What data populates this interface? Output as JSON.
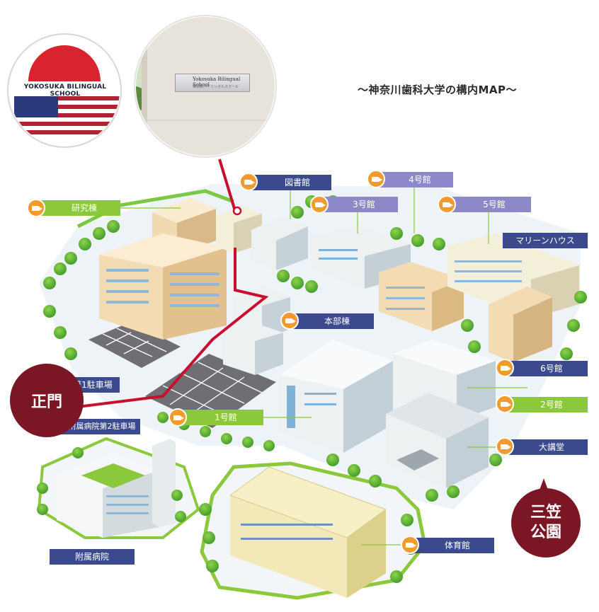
{
  "map": {
    "title": "〜神奈川歯科大学の構内MAP〜",
    "logo": {
      "school_name": "YOKOSUKA BILINGUAL SCHOOL",
      "plate_text": "Yokosuka Bilingual School",
      "plate_subtext": "横須賀バイリンガルスクール"
    },
    "labels": {
      "library": "図書館",
      "building4": "4号館",
      "building3": "3号館",
      "building5": "5号館",
      "research": "研究棟",
      "marine_house": "マリーンハウス",
      "main_building": "本部棟",
      "building6": "6号館",
      "parking1": "第1駐車場",
      "building2": "2号館",
      "building1": "1号館",
      "parking2": "附属病院第2駐車場",
      "auditorium": "大講堂",
      "hospital": "附属病院",
      "gymnasium": "体育館"
    },
    "badges": {
      "main_gate": "正門",
      "park_line1": "三笠",
      "park_line2": "公園"
    },
    "colors": {
      "navy_label": "#3a4a8c",
      "green_label": "#8cc83c",
      "lavender_label": "#8d89c8",
      "route_red": "#c8102e",
      "badge_maroon": "#7b1624",
      "camera_orange": "#f29a2e"
    }
  }
}
